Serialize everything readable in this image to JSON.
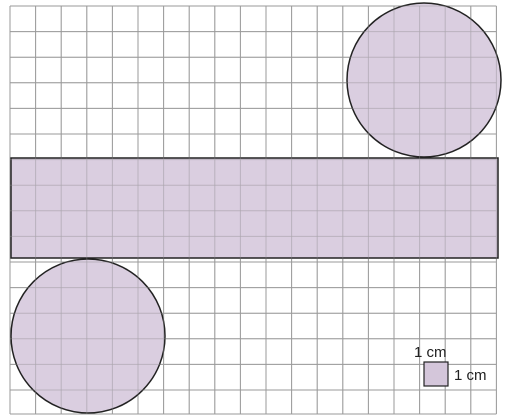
{
  "diagram": {
    "description_key": "cylinder-net",
    "grid": {
      "columns": 19,
      "rows": 16,
      "cell_size_cm": 1,
      "line_color": "#9a9a9a",
      "background": "#ffffff"
    },
    "shapes": {
      "rectangle": {
        "length_squares": 19,
        "height_squares": 4
      },
      "circle_top": {
        "diameter_squares": 6
      },
      "circle_bottom": {
        "diameter_squares": 6
      }
    },
    "colors": {
      "fill": "#d4c6da",
      "stroke": "#222222"
    },
    "legend": {
      "top_label": "1 cm",
      "side_label": "1 cm"
    }
  }
}
